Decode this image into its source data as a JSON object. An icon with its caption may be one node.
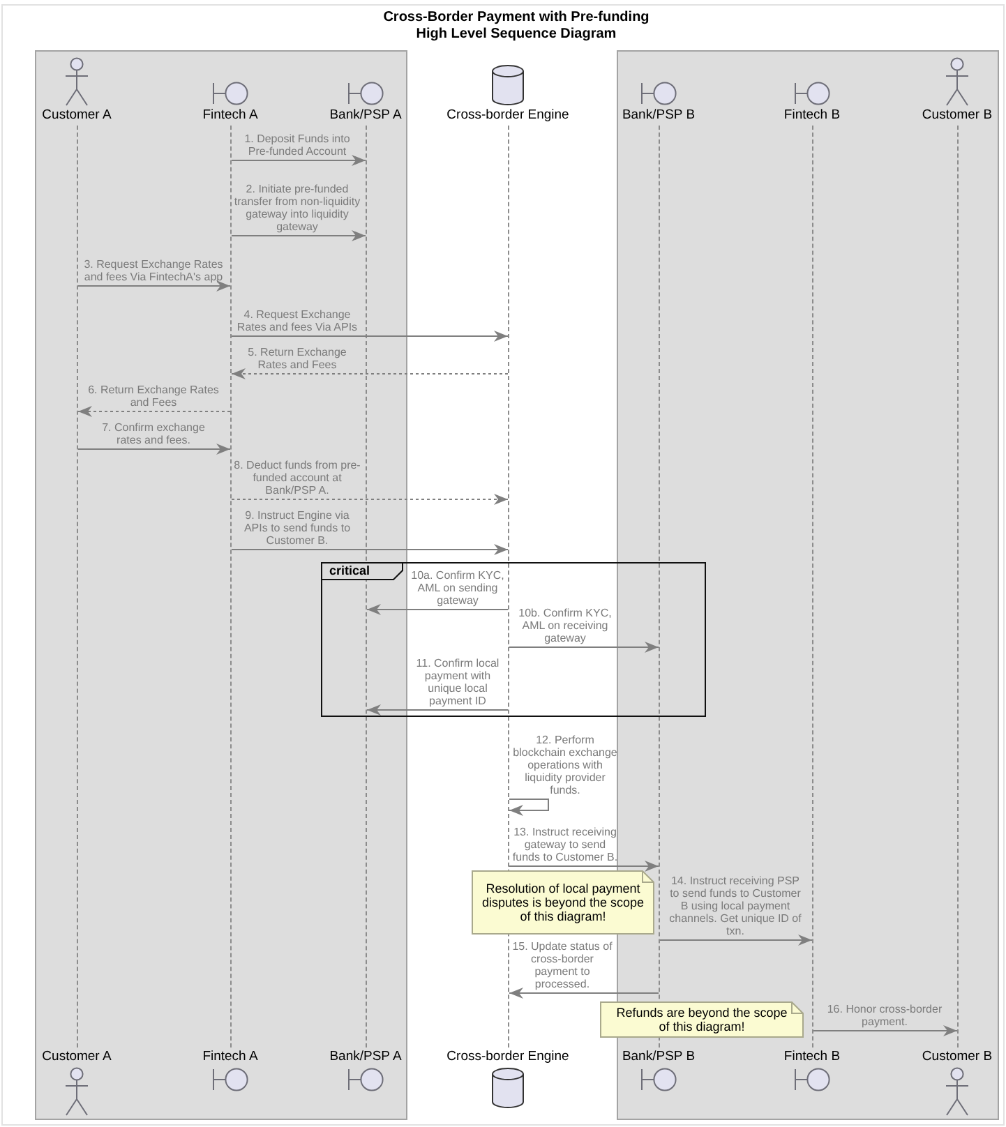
{
  "diagram": {
    "title": "Cross-Border Payment with Pre-funding High Level Sequence Diagram",
    "nodes": [
      {
        "text": [],
        "shape": "box"
      },
      {
        "text": [
          "Customer A"
        ],
        "in": 0
      },
      {
        "text": [
          "Fintech A"
        ],
        "in": 0
      },
      {
        "text": [
          "Bank/PSP A"
        ],
        "in": 0
      },
      {
        "text": [
          "Cross-border Engine"
        ]
      },
      {
        "text": [],
        "shape": "box"
      },
      {
        "text": [
          "Bank/PSP B"
        ],
        "in": 5
      },
      {
        "text": [
          "Fintech B"
        ],
        "in": 5
      },
      {
        "text": [
          "Customer B"
        ],
        "in": 5
      },
      {
        "text": [],
        "shape": "line",
        "in": 0
      },
      {
        "text": [],
        "shape": "line",
        "in": 0
      },
      {
        "text": [],
        "shape": "line",
        "in": 0
      },
      {
        "text": [],
        "shape": "line"
      },
      {
        "text": [],
        "shape": "line",
        "in": 5
      },
      {
        "text": [],
        "shape": "line",
        "in": 5
      },
      {
        "text": [],
        "shape": "line",
        "in": 5
      },
      {
        "text": [
          "Resolution of local payment disputes is beyond the scope of this diagram!"
        ]
      },
      {
        "text": [
          "Refunds are beyond the scope of this diagram!"
        ]
      },
      {
        "text": [
          "Customer A"
        ],
        "in": 0
      },
      {
        "text": [
          "Fintech A"
        ],
        "in": 0
      },
      {
        "text": [
          "Bank/PSP A"
        ],
        "in": 0
      },
      {
        "text": [
          "Cross-border Engine"
        ]
      },
      {
        "text": [
          "Bank/PSP B"
        ],
        "in": 5
      },
      {
        "text": [
          "Fintech B"
        ],
        "in": 5
      },
      {
        "text": [
          "Customer B"
        ],
        "in": 5
      }
    ],
    "edges": [
      {
        "from": 10,
        "to": 11,
        "arrow": "to",
        "label": "1. Deposit Funds into Pre-funded Account"
      },
      {
        "from": 10,
        "to": 11,
        "arrow": "to",
        "label": "2. Initiate pre-funded transfer from non-liquidity gateway into liquidity gateway"
      },
      {
        "from": 9,
        "to": 10,
        "arrow": "to",
        "label": "3. Request Exchange Rates and fees Via FintechA's app"
      },
      {
        "from": 10,
        "to": 12,
        "arrow": "to",
        "label": "4. Request Exchange Rates and fees Via APIs"
      },
      {
        "from": 12,
        "to": 10,
        "arrow": "to",
        "label": "5. Return Exchange Rates and Fees",
        "style": "dashed"
      },
      {
        "from": 10,
        "to": 9,
        "arrow": "to",
        "label": "6. Return Exchange Rates and Fees",
        "style": "dashed"
      },
      {
        "from": 9,
        "to": 10,
        "arrow": "to",
        "label": "7. Confirm exchange rates and fees."
      },
      {
        "from": 10,
        "to": 12,
        "arrow": "to",
        "label": "8. Deduct funds from pre-funded account at Bank/PSP A.",
        "style": "dashed"
      },
      {
        "from": 10,
        "to": 12,
        "arrow": "to",
        "label": "9. Instruct Engine via APIs to send funds to Customer B."
      },
      {
        "from": 12,
        "to": 11,
        "arrow": "to",
        "label": "10a. Confirm KYC, AML on sending gateway"
      },
      {
        "from": 12,
        "to": 13,
        "arrow": "to",
        "label": "10b. Confirm KYC, AML on receiving gateway"
      },
      {
        "from": 12,
        "to": 11,
        "arrow": "to",
        "label": "11. Confirm local payment with unique local payment ID"
      },
      {
        "from": 12,
        "to": 12,
        "arrow": "to",
        "label": "12. Perform blockchain exchange operations with liquidity provider funds."
      },
      {
        "from": 12,
        "to": 13,
        "arrow": "to",
        "label": "13. Instruct receiving gateway to send funds to Customer B."
      },
      {
        "from": 13,
        "to": 14,
        "arrow": "to",
        "label": "14. Instruct receiving PSP to send funds to Customer B using local payment channels. Get unique ID of txn."
      },
      {
        "from": 13,
        "to": 12,
        "arrow": "to",
        "label": "15. Update status of cross-border payment to processed."
      },
      {
        "from": 14,
        "to": 15,
        "arrow": "to",
        "label": "16. Honor cross-border payment."
      }
    ],
    "labels": [
      "critical"
    ]
  }
}
